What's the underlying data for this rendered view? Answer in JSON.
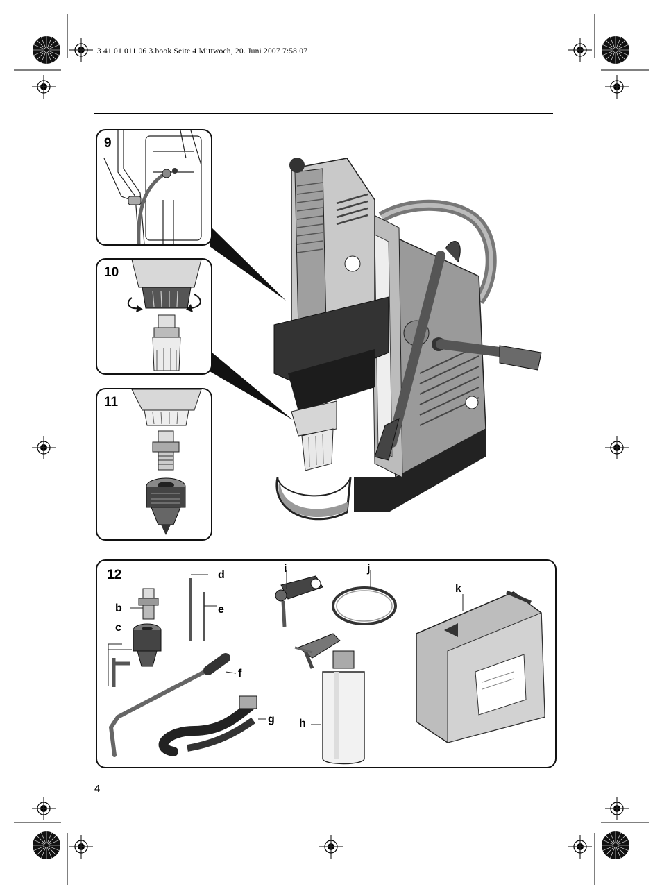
{
  "header": {
    "print_info": "3 41 01 011 06 3.book  Seite 4  Mittwoch, 20. Juni 2007  7:58 07"
  },
  "figures": {
    "fig9": {
      "number": "9"
    },
    "fig10": {
      "number": "10"
    },
    "fig11": {
      "number": "11"
    },
    "fig12": {
      "number": "12",
      "parts": {
        "b": "b",
        "c": "c",
        "d": "d",
        "e": "e",
        "f": "f",
        "g": "g",
        "h": "h",
        "i": "i",
        "j": "j",
        "k": "k"
      }
    }
  },
  "footer": {
    "page_number": "4"
  },
  "colors": {
    "ink": "#111111",
    "mid_gray": "#8a8a8a",
    "light_gray": "#c8c8c8",
    "dark_gray": "#3a3a3a"
  },
  "icons": [
    "registration-mark-icon",
    "color-wheel-icon",
    "fein-logo-icon"
  ]
}
